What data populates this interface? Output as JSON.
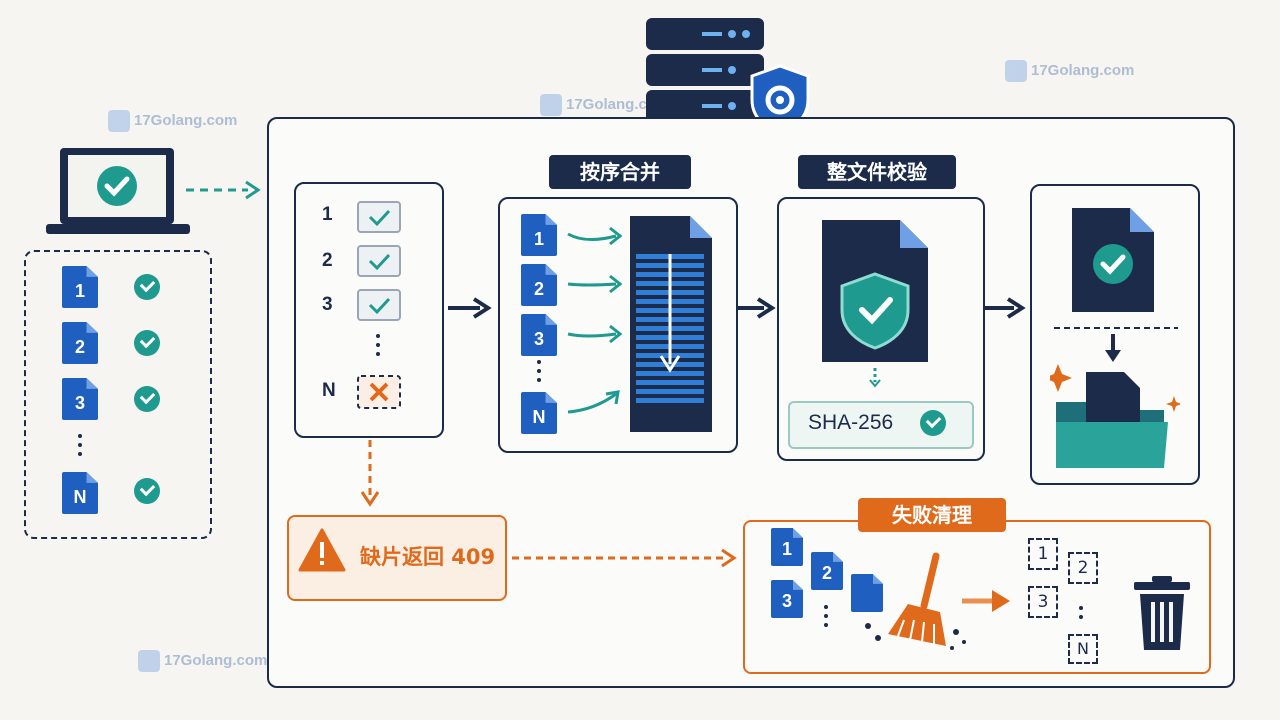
{
  "steps": {
    "merge_title": "按序合并",
    "verify_title": "整文件校验",
    "cleanup_title": "失败清理"
  },
  "checklist": {
    "rows": [
      "1",
      "2",
      "3",
      "N"
    ]
  },
  "client_chunks": [
    "1",
    "2",
    "3",
    "N"
  ],
  "merge_chunks": [
    "1",
    "2",
    "3",
    "N"
  ],
  "hash": {
    "label": "SHA-256"
  },
  "error": {
    "label": "缺片返回 409"
  },
  "cleanup": {
    "chunks": [
      "1",
      "2",
      "3"
    ],
    "outlined_chunks": [
      "1",
      "2",
      "3",
      "N"
    ]
  },
  "watermark": {
    "text": "17Golang.com"
  },
  "colors": {
    "navy": "#1c2b4a",
    "blue": "#1f5fbf",
    "teal": "#1f9a8f",
    "orange": "#e06a1c"
  }
}
